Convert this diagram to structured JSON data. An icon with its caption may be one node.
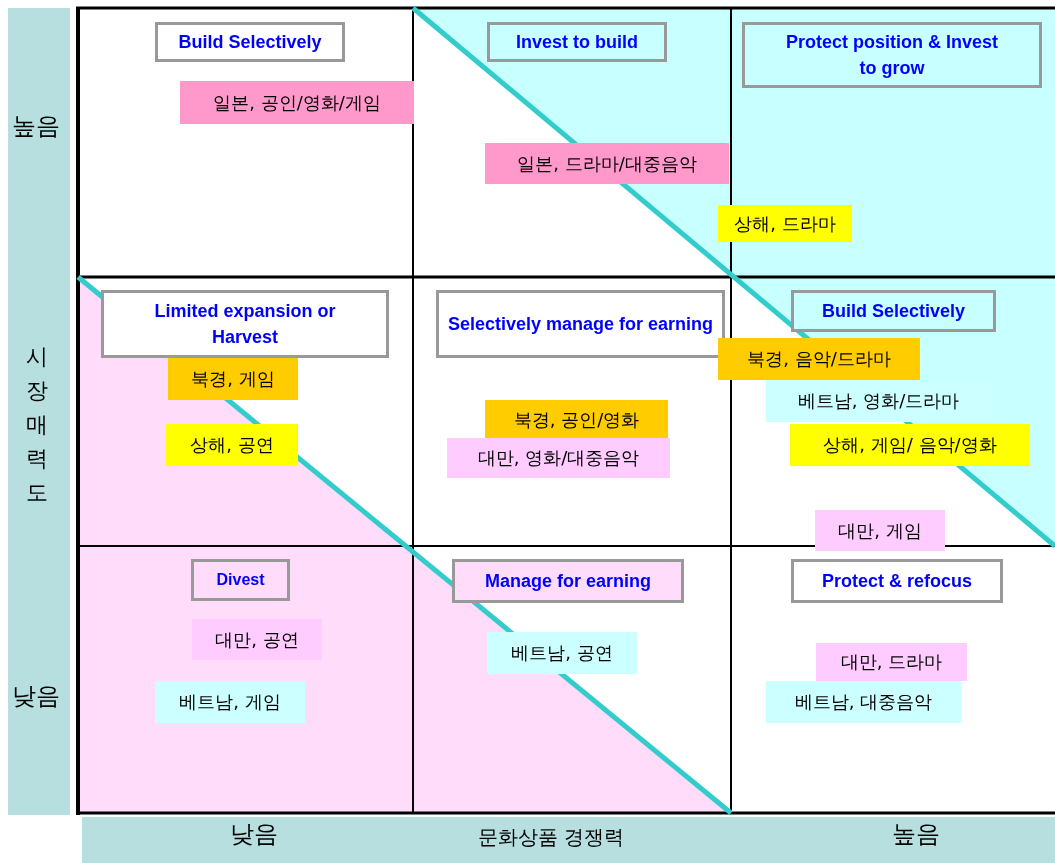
{
  "diagram": {
    "nodes": [
      {
        "text": [
          "Build Selectively"
        ]
      },
      {
        "text": [
          "Invest to build"
        ]
      },
      {
        "text": [
          "Protect position & Invest to grow"
        ]
      },
      {
        "text": [
          "일본, 공인/영화/게임"
        ]
      },
      {
        "text": [
          "일본, 드라마/대중음악"
        ]
      },
      {
        "text": [
          "상해, 드라마"
        ]
      },
      {
        "text": [
          "Limited expansion or Harvest"
        ]
      },
      {
        "text": [
          "Selectively manage for earning"
        ]
      },
      {
        "text": [
          "Build Selectively"
        ]
      },
      {
        "text": [
          "북경, 음악/드라마"
        ]
      },
      {
        "text": [
          "북경, 게임"
        ]
      },
      {
        "text": [
          "베트남, 영화/드라마"
        ]
      },
      {
        "text": [
          "상해, 공연"
        ]
      },
      {
        "text": [
          "북경, 공인/영화"
        ]
      },
      {
        "text": [
          "상해, 게임/ 음악/영화"
        ]
      },
      {
        "text": [
          "대만, 영화/대중음악"
        ]
      },
      {
        "text": [
          "대만, 게임"
        ]
      },
      {
        "text": [
          "Divest"
        ]
      },
      {
        "text": [
          "Manage for earning"
        ]
      },
      {
        "text": [
          "Protect & refocus"
        ]
      },
      {
        "text": [
          "대만, 공연"
        ]
      },
      {
        "text": [
          "베트남, 공연"
        ]
      },
      {
        "text": [
          "대만, 드라마"
        ]
      },
      {
        "text": [
          "베트남, 게임"
        ]
      },
      {
        "text": [
          "베트남, 대중음악"
        ]
      }
    ],
    "labels": [
      "높음",
      "시장 매력도",
      "낮음",
      "낮음",
      "문화상품 경쟁력",
      "높음"
    ]
  }
}
